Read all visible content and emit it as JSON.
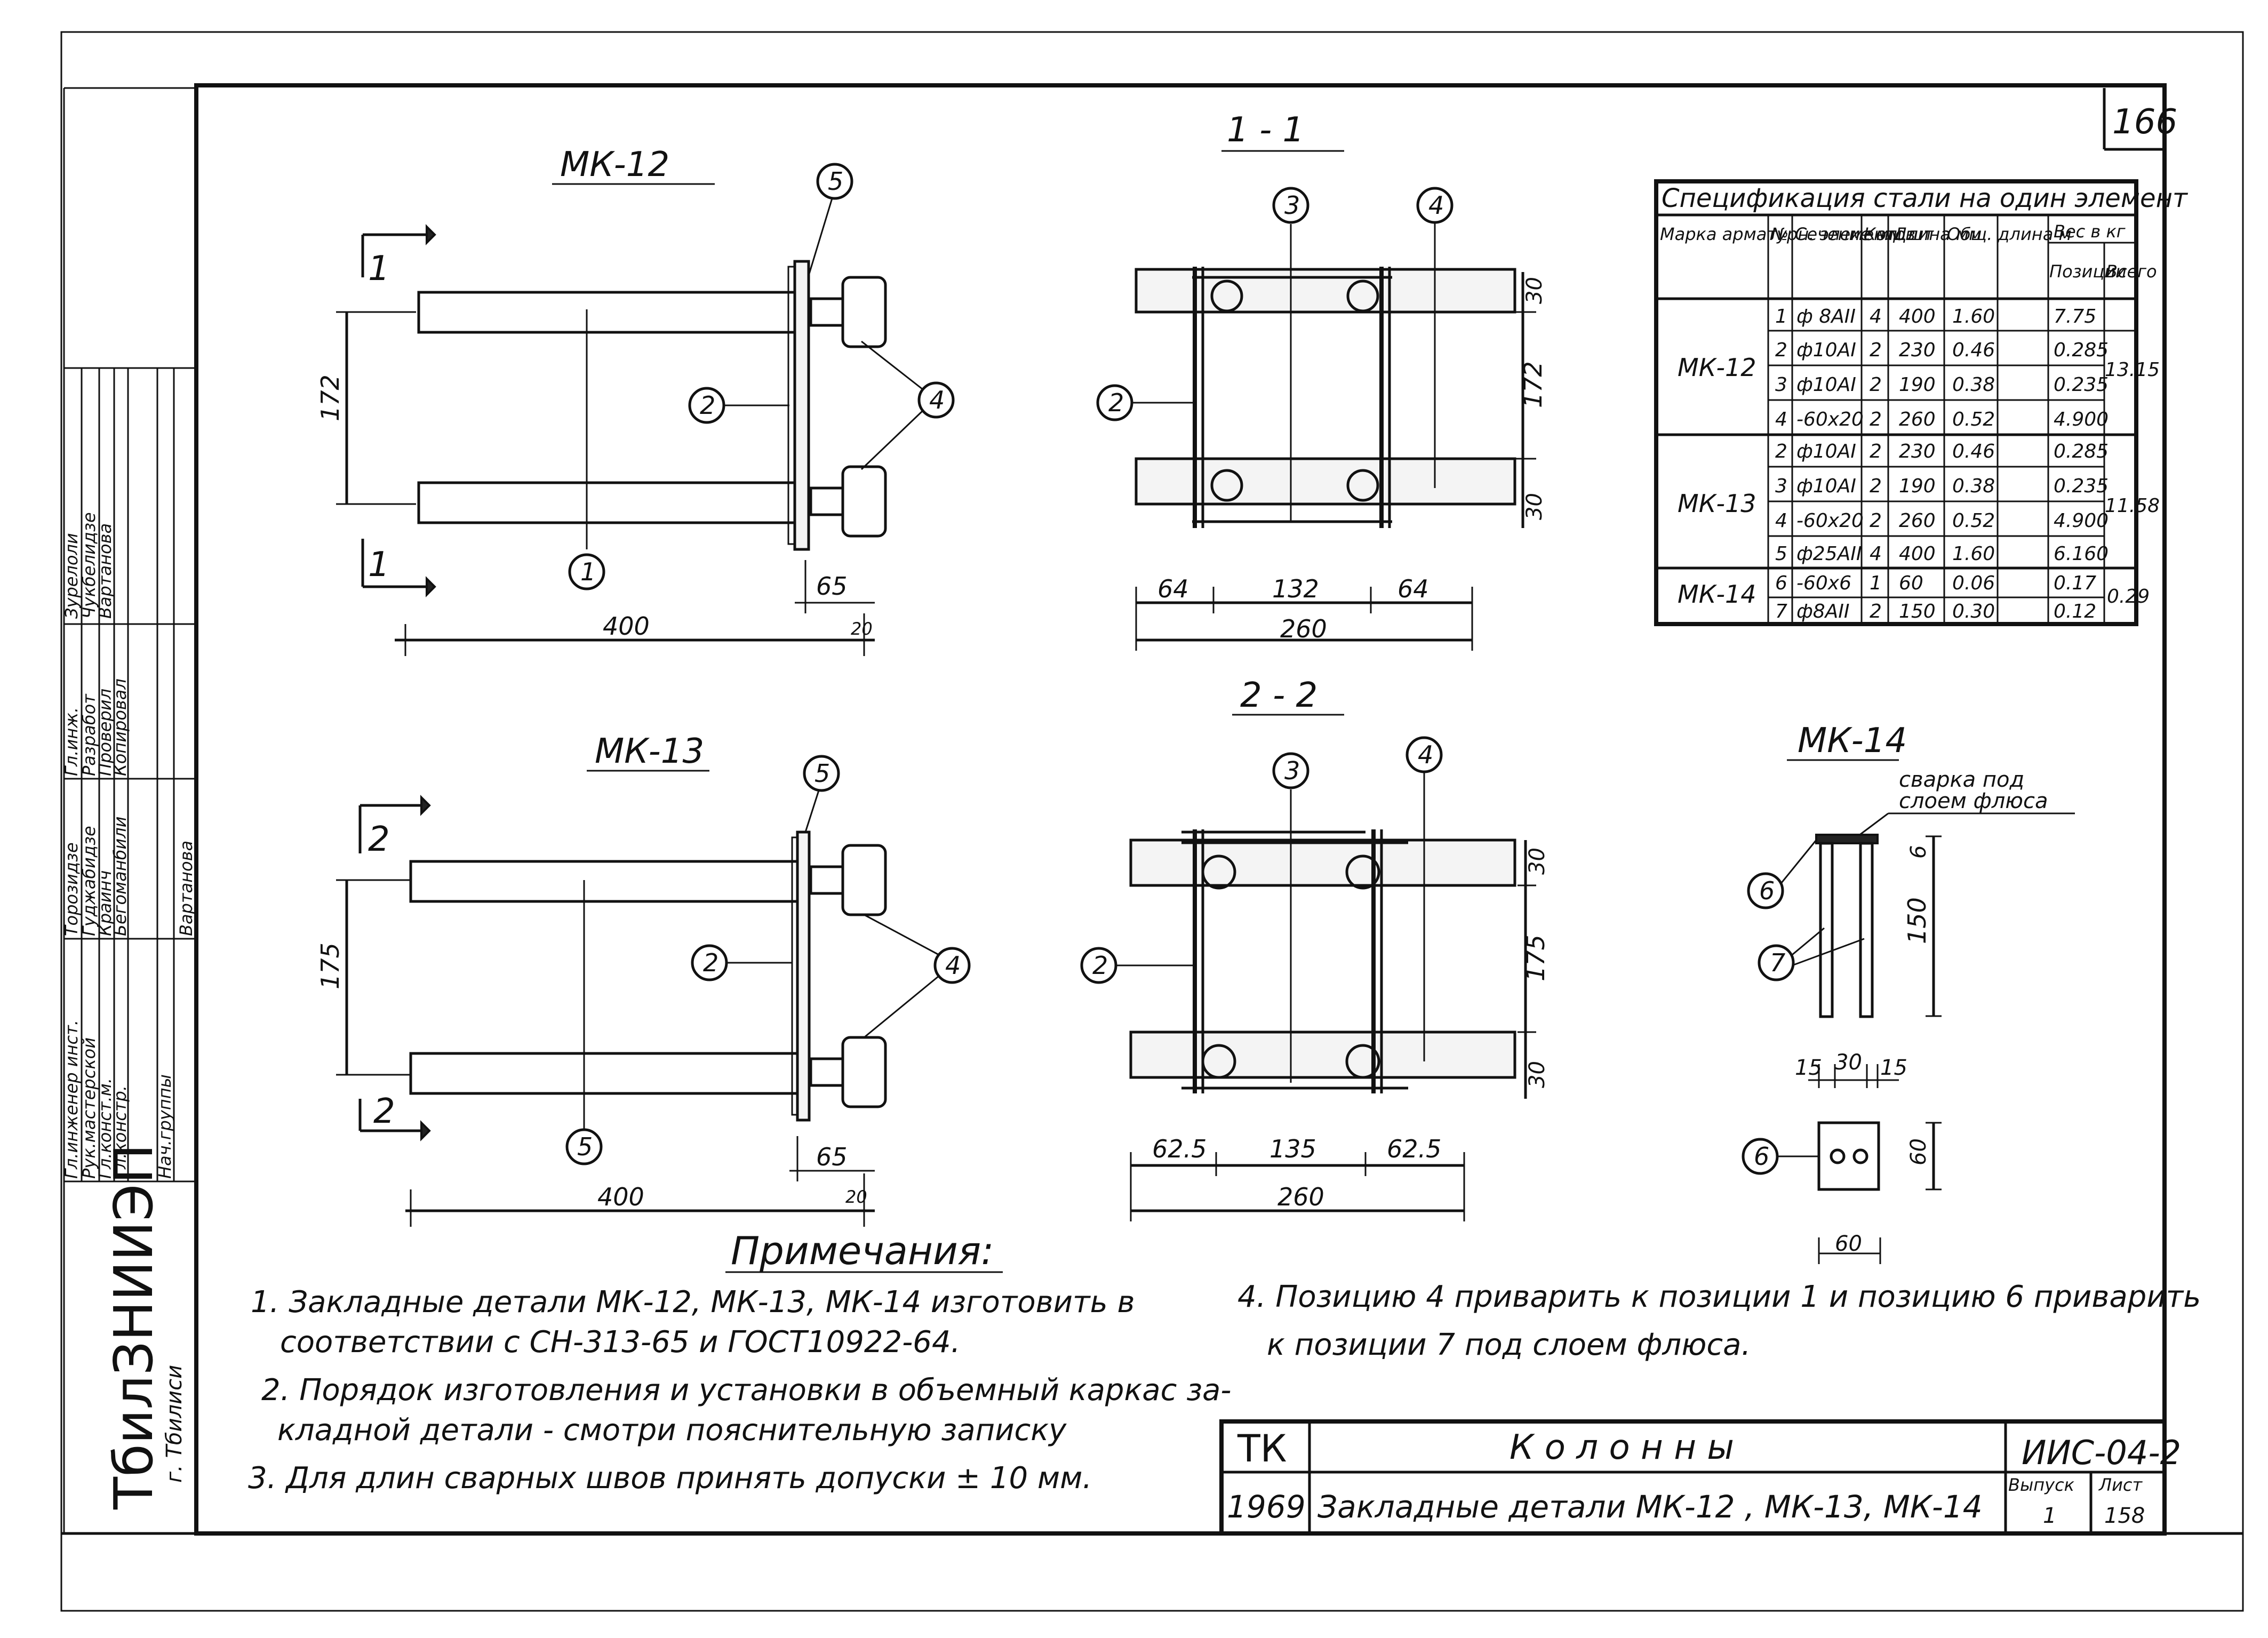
{
  "sheet": {
    "page_corner": "166",
    "org": "ТбилЗНИИЭП",
    "org_sub": "г. Тбилиси",
    "sign_rows": [
      [
        "Гл.инженер инст.",
        "",
        "Торозидзе",
        "Гл.инж.",
        "Зурелоли"
      ],
      [
        "Рук.мастерской",
        "",
        "Гуджабидзе",
        "Разработ",
        "Чукбелидзе"
      ],
      [
        "Гл.конст.м.",
        "",
        "Краинч",
        "Проверил",
        "Вартанова"
      ],
      [
        "Гл.констр.",
        "",
        "Бегоманбили",
        "Копировал",
        ""
      ],
      [
        "Нач.группы",
        "",
        "Вартанова",
        "",
        ""
      ]
    ],
    "code": "ИИС-04-2",
    "series": "ТК",
    "year": "1969",
    "title1": "К о л о н н ы",
    "title2": "Закладные детали  МК-12 ,  МК-13, МК-14",
    "issue_label": "Выпуск",
    "issue": "1",
    "sheet_label": "Лист",
    "sheet_no": "158"
  },
  "views": {
    "mk12": {
      "title": "МК-12",
      "section_mark": "1",
      "dim_height": "172",
      "dim_65": "65",
      "dim_400": "400",
      "dim_20": "20",
      "callouts": [
        "1",
        "2",
        "4",
        "5"
      ]
    },
    "sec11": {
      "title": "1 - 1",
      "dim_left": "64",
      "dim_mid": "132",
      "dim_right": "64",
      "dim_total": "260",
      "dim_h": "172",
      "dim_top": "30",
      "dim_bottom": "30",
      "callouts": [
        "2",
        "3",
        "4"
      ]
    },
    "mk13": {
      "title": "МК-13",
      "section_mark": "2",
      "dim_height": "175",
      "dim_65": "65",
      "dim_400": "400",
      "dim_20": "20",
      "callouts": [
        "2",
        "4",
        "5",
        "5"
      ]
    },
    "sec22": {
      "title": "2 - 2",
      "dim_left": "62.5",
      "dim_mid": "135",
      "dim_right": "62.5",
      "dim_total": "260",
      "dim_h": "175",
      "dim_top": "30",
      "dim_bottom": "30",
      "callouts": [
        "2",
        "3",
        "4"
      ]
    },
    "mk14": {
      "title": "МК-14",
      "weld_note_1": "сварка под",
      "weld_note_2": "слоем флюса",
      "dim_6": "6",
      "dim_150": "150",
      "dim_15a": "15",
      "dim_30": "30",
      "dim_15b": "15",
      "dim_60v": "60",
      "dim_60h": "60",
      "callouts": [
        "6",
        "7",
        "6"
      ]
    }
  },
  "spec": {
    "title": "Спецификация стали на один элемент",
    "headers": {
      "mark": "Марка арматурн. элементов",
      "pos": "№",
      "section": "Сечение мм",
      "qty": "Кол. шт",
      "length": "Длина мм",
      "total_len": "Общ. длина м",
      "weight": "Вес в кг",
      "w_pos": "Позиции",
      "w_all": "Всего"
    },
    "groups": [
      {
        "mark": "МК-12",
        "total": "13.15",
        "rows": [
          {
            "pos": "1",
            "section": "ф 8АII",
            "qty": "4",
            "length": "400",
            "total_len": "1.60",
            "w": "7.75"
          },
          {
            "pos": "2",
            "section": "ф10АI",
            "qty": "2",
            "length": "230",
            "total_len": "0.46",
            "w": "0.285"
          },
          {
            "pos": "3",
            "section": "ф10АI",
            "qty": "2",
            "length": "190",
            "total_len": "0.38",
            "w": "0.235"
          },
          {
            "pos": "4",
            "section": "-60х20",
            "qty": "2",
            "length": "260",
            "total_len": "0.52",
            "w": "4.900"
          }
        ]
      },
      {
        "mark": "МК-13",
        "total": "11.58",
        "rows": [
          {
            "pos": "2",
            "section": "ф10АI",
            "qty": "2",
            "length": "230",
            "total_len": "0.46",
            "w": "0.285"
          },
          {
            "pos": "3",
            "section": "ф10АI",
            "qty": "2",
            "length": "190",
            "total_len": "0.38",
            "w": "0.235"
          },
          {
            "pos": "4",
            "section": "-60х20",
            "qty": "2",
            "length": "260",
            "total_len": "0.52",
            "w": "4.900"
          },
          {
            "pos": "5",
            "section": "ф25АII",
            "qty": "4",
            "length": "400",
            "total_len": "1.60",
            "w": "6.160"
          }
        ]
      },
      {
        "mark": "МК-14",
        "total": "0.29",
        "rows": [
          {
            "pos": "6",
            "section": "-60х6",
            "qty": "1",
            "length": "60",
            "total_len": "0.06",
            "w": "0.17"
          },
          {
            "pos": "7",
            "section": "ф8АII",
            "qty": "2",
            "length": "150",
            "total_len": "0.30",
            "w": "0.12"
          }
        ]
      }
    ]
  },
  "notes": {
    "title": "Примечания:",
    "n1a": "1. Закладные детали МК-12, МК-13, МК-14 изготовить в",
    "n1b": "соответствии с СН-313-65 и ГОСТ10922-64.",
    "n2a": "2. Порядок изготовления и установки в объемный каркас за-",
    "n2b": "кладной детали - смотри пояснительную записку",
    "n3": "3. Для длин сварных швов принять допуски ± 10 мм.",
    "n4a": "4. Позицию 4 приварить к позиции 1 и позицию 6 приварить",
    "n4b": "к позиции 7 под слоем флюса."
  }
}
